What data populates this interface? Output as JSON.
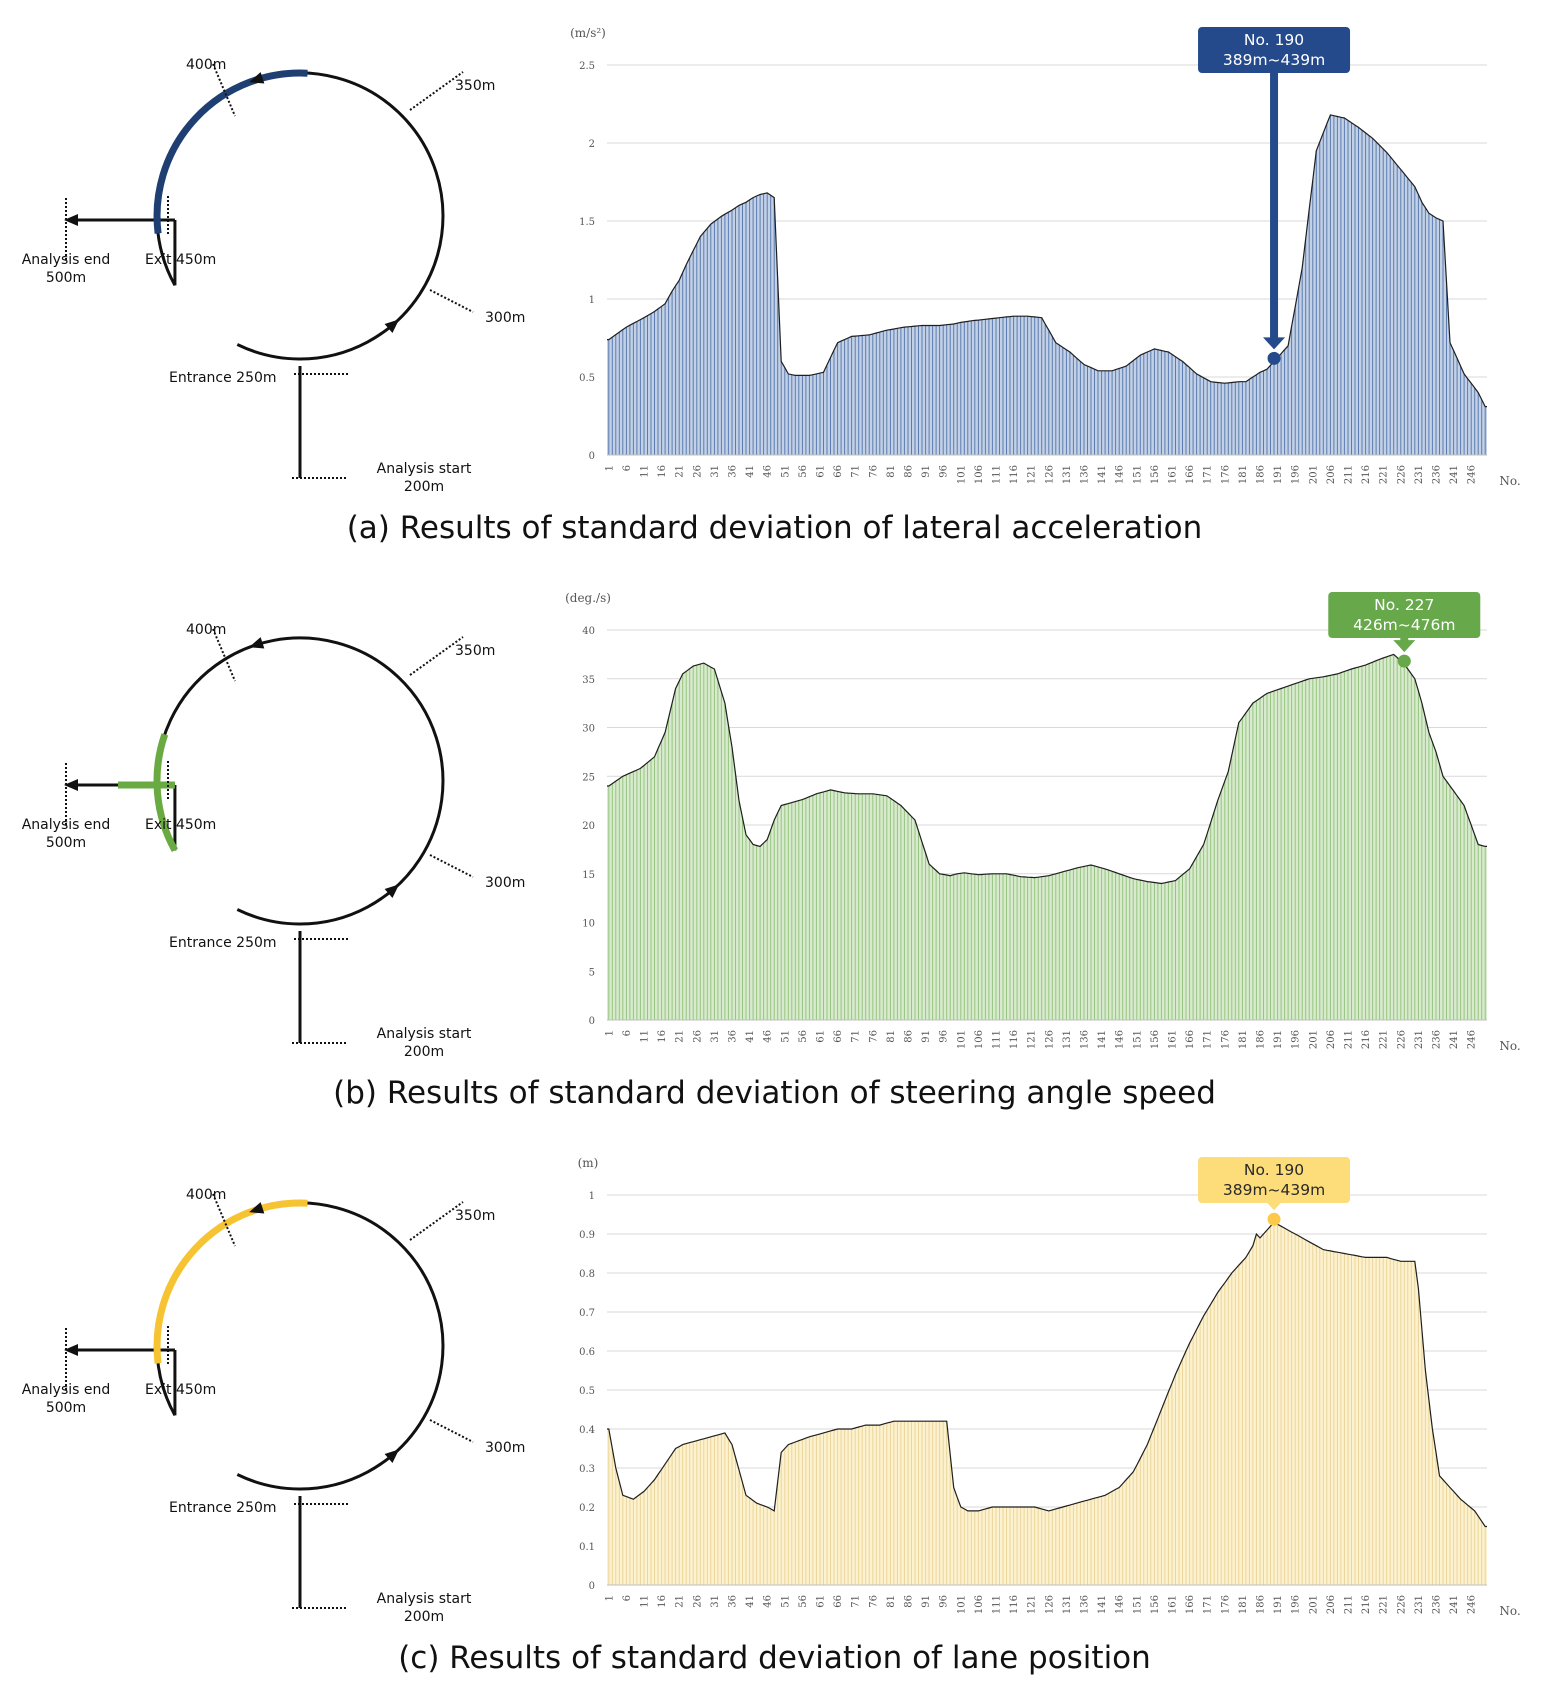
{
  "panels": [
    {
      "id": "a",
      "caption": "(a) Results of standard deviation of lateral acceleration",
      "theme": {
        "line": "#1f1f1f",
        "fill": "#c3d1e6",
        "hatch": "#5b7bb0",
        "highlight": "#1f3f73",
        "callout": "#244a8c",
        "callout_text": "#ffffff",
        "marker": "#244a8c"
      },
      "diagram": {
        "label_400": "400m",
        "label_350": "350m",
        "label_300": "300m",
        "label_entrance": "Entrance 250m",
        "label_exit": "Exit 450m",
        "label_end_1": "Analysis end",
        "label_end_2": "500m",
        "label_start_1": "Analysis start",
        "label_start_2": "200m",
        "highlight_start_m": 389,
        "highlight_end_m": 439,
        "highlight_straight": false
      },
      "callout": {
        "line1": "No. 190",
        "line2": "389m~439m",
        "no": 190
      },
      "chart_data": {
        "type": "area",
        "unit_label": "(m/s²)",
        "xlabel": "No.",
        "x_range": [
          1,
          250
        ],
        "x_tick_labels": [
          "1",
          "6",
          "11",
          "16",
          "21",
          "26",
          "31",
          "36",
          "41",
          "46",
          "51",
          "56",
          "61",
          "66",
          "71",
          "76",
          "81",
          "86",
          "91",
          "96",
          "101",
          "106",
          "111",
          "116",
          "121",
          "126",
          "131",
          "136",
          "141",
          "146",
          "151",
          "156",
          "161",
          "166",
          "171",
          "176",
          "181",
          "186",
          "191",
          "196",
          "201",
          "206",
          "211",
          "216",
          "221",
          "226",
          "231",
          "236",
          "241",
          "246"
        ],
        "y_ticks": [
          "0",
          "0.5",
          "1",
          "1.5",
          "2",
          "2.5"
        ],
        "ylim": [
          0,
          2.5
        ],
        "x": [
          1,
          6,
          11,
          14,
          17,
          19,
          21,
          23,
          27,
          30,
          33,
          36,
          38,
          40,
          42,
          44,
          46,
          48,
          50,
          52,
          54,
          58,
          62,
          66,
          70,
          75,
          80,
          85,
          90,
          95,
          99,
          101,
          104,
          108,
          112,
          116,
          120,
          124,
          128,
          132,
          136,
          140,
          144,
          148,
          152,
          156,
          160,
          164,
          168,
          172,
          176,
          180,
          182,
          184,
          186,
          188,
          190,
          194,
          198,
          202,
          206,
          210,
          214,
          218,
          222,
          226,
          230,
          232,
          234,
          236,
          238,
          240,
          244,
          248,
          250
        ],
        "y": [
          0.74,
          0.82,
          0.88,
          0.92,
          0.97,
          1.05,
          1.12,
          1.22,
          1.4,
          1.48,
          1.53,
          1.57,
          1.6,
          1.62,
          1.65,
          1.67,
          1.68,
          1.65,
          0.6,
          0.52,
          0.51,
          0.51,
          0.53,
          0.72,
          0.76,
          0.77,
          0.8,
          0.82,
          0.83,
          0.83,
          0.84,
          0.85,
          0.86,
          0.87,
          0.88,
          0.89,
          0.89,
          0.88,
          0.72,
          0.66,
          0.58,
          0.54,
          0.54,
          0.57,
          0.64,
          0.68,
          0.66,
          0.6,
          0.52,
          0.47,
          0.46,
          0.47,
          0.47,
          0.5,
          0.53,
          0.55,
          0.6,
          0.7,
          1.2,
          1.95,
          2.18,
          2.16,
          2.1,
          2.03,
          1.94,
          1.83,
          1.72,
          1.62,
          1.55,
          1.52,
          1.5,
          0.72,
          0.52,
          0.4,
          0.31,
          0.3
        ]
      }
    },
    {
      "id": "b",
      "caption": "(b) Results of standard deviation of steering angle speed",
      "theme": {
        "line": "#1f1f1f",
        "fill": "#d9ebcf",
        "hatch": "#96c47f",
        "highlight": "#6aaa42",
        "callout": "#66a84a",
        "callout_text": "#ffffff",
        "marker": "#66a84a"
      },
      "diagram": {
        "label_400": "400m",
        "label_350": "350m",
        "label_300": "300m",
        "label_entrance": "Entrance 250m",
        "label_exit": "Exit 450m",
        "label_end_1": "Analysis end",
        "label_end_2": "500m",
        "label_start_1": "Analysis start",
        "label_start_2": "200m",
        "highlight_start_m": 426,
        "highlight_end_m": 450,
        "highlight_straight": true
      },
      "callout": {
        "line1": "No. 227",
        "line2": "426m~476m",
        "no": 227
      },
      "chart_data": {
        "type": "area",
        "unit_label": "(deg./s)",
        "xlabel": "No.",
        "x_range": [
          1,
          250
        ],
        "x_tick_labels": [
          "1",
          "6",
          "11",
          "16",
          "21",
          "26",
          "31",
          "36",
          "41",
          "46",
          "51",
          "56",
          "61",
          "66",
          "71",
          "76",
          "81",
          "86",
          "91",
          "96",
          "101",
          "106",
          "111",
          "116",
          "121",
          "126",
          "131",
          "136",
          "141",
          "146",
          "151",
          "156",
          "161",
          "166",
          "171",
          "176",
          "181",
          "186",
          "191",
          "196",
          "201",
          "206",
          "211",
          "216",
          "221",
          "226",
          "231",
          "236",
          "241",
          "246"
        ],
        "y_ticks": [
          "0",
          "5",
          "10",
          "15",
          "20",
          "25",
          "30",
          "35",
          "40"
        ],
        "ylim": [
          0,
          40
        ],
        "x": [
          1,
          5,
          10,
          14,
          17,
          20,
          22,
          25,
          28,
          31,
          34,
          36,
          38,
          40,
          42,
          44,
          46,
          48,
          50,
          53,
          56,
          60,
          64,
          68,
          72,
          76,
          80,
          84,
          88,
          92,
          95,
          98,
          100,
          102,
          104,
          106,
          110,
          114,
          118,
          122,
          126,
          130,
          134,
          138,
          142,
          146,
          150,
          154,
          158,
          162,
          166,
          170,
          174,
          177,
          180,
          184,
          188,
          192,
          196,
          200,
          204,
          208,
          212,
          216,
          220,
          224,
          227,
          230,
          232,
          234,
          236,
          238,
          240,
          244,
          248,
          250
        ],
        "y": [
          24.0,
          25.0,
          25.8,
          27.0,
          29.5,
          34.0,
          35.5,
          36.3,
          36.6,
          36.0,
          32.5,
          28.0,
          22.5,
          19.0,
          18.0,
          17.8,
          18.5,
          20.5,
          22.0,
          22.3,
          22.6,
          23.2,
          23.6,
          23.3,
          23.2,
          23.2,
          23.0,
          22.0,
          20.5,
          16.0,
          15.0,
          14.8,
          15.0,
          15.1,
          15.0,
          14.9,
          15.0,
          15.0,
          14.7,
          14.6,
          14.8,
          15.2,
          15.6,
          15.9,
          15.5,
          15.0,
          14.5,
          14.2,
          14.0,
          14.3,
          15.5,
          18.0,
          22.5,
          25.5,
          30.5,
          32.5,
          33.5,
          34.0,
          34.5,
          35.0,
          35.2,
          35.5,
          36.0,
          36.4,
          37.0,
          37.5,
          36.5,
          35.0,
          32.5,
          29.5,
          27.5,
          25.0,
          24.0,
          22.0,
          18.0,
          17.8
        ]
      }
    },
    {
      "id": "c",
      "caption": "(c) Results of standard deviation of lane position",
      "theme": {
        "line": "#1f1f1f",
        "fill": "#fdf2cf",
        "hatch": "#ead59a",
        "highlight": "#f6c332",
        "callout": "#fddc7a",
        "callout_text": "#2a2a2a",
        "marker": "#fcc948"
      },
      "diagram": {
        "label_400": "400m",
        "label_350": "350m",
        "label_300": "300m",
        "label_entrance": "Entrance 250m",
        "label_exit": "Exit 450m",
        "label_end_1": "Analysis end",
        "label_end_2": "500m",
        "label_start_1": "Analysis start",
        "label_start_2": "200m",
        "highlight_start_m": 389,
        "highlight_end_m": 439,
        "highlight_straight": false
      },
      "callout": {
        "line1": "No. 190",
        "line2": "389m~439m",
        "no": 190
      },
      "chart_data": {
        "type": "area",
        "unit_label": "(m)",
        "xlabel": "No.",
        "x_range": [
          1,
          250
        ],
        "x_tick_labels": [
          "1",
          "6",
          "11",
          "16",
          "21",
          "26",
          "31",
          "36",
          "41",
          "46",
          "51",
          "56",
          "61",
          "66",
          "71",
          "76",
          "81",
          "86",
          "91",
          "96",
          "101",
          "106",
          "111",
          "116",
          "121",
          "126",
          "131",
          "136",
          "141",
          "146",
          "151",
          "156",
          "161",
          "166",
          "171",
          "176",
          "181",
          "186",
          "191",
          "196",
          "201",
          "206",
          "211",
          "216",
          "221",
          "226",
          "231",
          "236",
          "241",
          "246"
        ],
        "y_ticks": [
          "0",
          "0.1",
          "0.2",
          "0.3",
          "0.4",
          "0.5",
          "0.6",
          "0.7",
          "0.8",
          "0.9",
          "1"
        ],
        "ylim": [
          0,
          1
        ],
        "x": [
          1,
          3,
          5,
          8,
          11,
          14,
          17,
          20,
          22,
          26,
          30,
          34,
          36,
          40,
          43,
          46,
          48,
          50,
          52,
          55,
          58,
          62,
          66,
          70,
          74,
          78,
          82,
          86,
          90,
          94,
          97,
          99,
          101,
          103,
          106,
          110,
          114,
          118,
          122,
          126,
          130,
          134,
          138,
          142,
          146,
          150,
          154,
          158,
          162,
          166,
          170,
          174,
          178,
          180,
          182,
          184,
          185,
          186,
          188,
          190,
          192,
          194,
          196,
          200,
          204,
          210,
          216,
          222,
          226,
          228,
          230,
          231,
          233,
          235,
          237,
          239,
          243,
          247,
          250
        ],
        "y": [
          0.4,
          0.3,
          0.23,
          0.22,
          0.24,
          0.27,
          0.31,
          0.35,
          0.36,
          0.37,
          0.38,
          0.39,
          0.36,
          0.23,
          0.21,
          0.2,
          0.19,
          0.34,
          0.36,
          0.37,
          0.38,
          0.39,
          0.4,
          0.4,
          0.41,
          0.41,
          0.42,
          0.42,
          0.42,
          0.42,
          0.42,
          0.25,
          0.2,
          0.19,
          0.19,
          0.2,
          0.2,
          0.2,
          0.2,
          0.19,
          0.2,
          0.21,
          0.22,
          0.23,
          0.25,
          0.29,
          0.36,
          0.45,
          0.54,
          0.62,
          0.69,
          0.75,
          0.8,
          0.82,
          0.84,
          0.87,
          0.9,
          0.89,
          0.91,
          0.93,
          0.92,
          0.91,
          0.9,
          0.88,
          0.86,
          0.85,
          0.84,
          0.84,
          0.83,
          0.83,
          0.83,
          0.76,
          0.55,
          0.4,
          0.28,
          0.26,
          0.22,
          0.19,
          0.15
        ]
      }
    }
  ]
}
